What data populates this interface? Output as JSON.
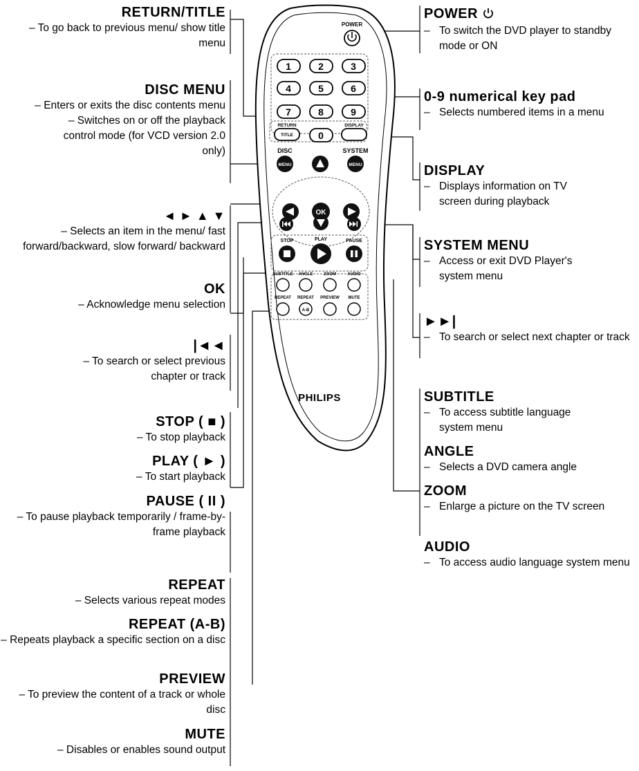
{
  "remote": {
    "brand": "PHILIPS",
    "power_label": "POWER",
    "digits": [
      "1",
      "2",
      "3",
      "4",
      "5",
      "6",
      "7",
      "8",
      "9",
      "0"
    ],
    "return_label": "RETURN",
    "title_label": "TITLE",
    "display_label": "DISPLAY",
    "disc_label": "DISC",
    "menu_label": "MENU",
    "system_label": "SYSTEM",
    "ok_label": "OK",
    "stop_label": "STOP",
    "play_label": "PLAY",
    "pause_label": "PAUSE",
    "subtitle_label": "SUBTITLE",
    "angle_label": "ANGLE",
    "zoom_label": "ZOOM",
    "audio_label": "AUDIO",
    "repeat_label": "REPEAT",
    "repeat2_label": "REPEAT",
    "ab_label": "A-B",
    "preview_label": "PREVIEW",
    "mute_label": "MUTE"
  },
  "left": {
    "return_title": {
      "title": "RETURN/TITLE",
      "desc": "– To go back to previous menu/ show title menu"
    },
    "disc_menu": {
      "title": "DISC MENU",
      "desc1": "– Enters or exits the disc contents menu",
      "desc2": "– Switches on or off the playback control mode (for VCD version 2.0 only)"
    },
    "arrows": {
      "title": "◄ ► ▲ ▼",
      "desc": "– Selects an item in the menu/ fast forward/backward, slow forward/ backward"
    },
    "ok": {
      "title": "OK",
      "desc": "– Acknowledge menu selection"
    },
    "prev": {
      "title": "|◄◄",
      "desc": "– To search or select previous chapter or track"
    },
    "stop": {
      "title": "STOP ( ■ )",
      "desc": "– To stop playback"
    },
    "play": {
      "title": "PLAY ( ► )",
      "desc": "– To start playback"
    },
    "pause": {
      "title": "PAUSE ( II )",
      "desc": "– To pause playback temporarily / frame-by-frame playback"
    },
    "repeat": {
      "title": "REPEAT",
      "desc": "– Selects various repeat modes"
    },
    "repeat_ab": {
      "title": "REPEAT (A-B)",
      "desc": "– Repeats playback a specific section on a disc"
    },
    "preview": {
      "title": "PREVIEW",
      "desc": "– To preview the content of a track or whole disc"
    },
    "mute": {
      "title": "MUTE",
      "desc": "– Disables or enables sound output"
    }
  },
  "right": {
    "power": {
      "title": "POWER",
      "dash": "–",
      "desc": "To switch the DVD player to standby mode or ON"
    },
    "keypad": {
      "title": "0-9 numerical key pad",
      "dash": "–",
      "desc": "Selects numbered items in a menu"
    },
    "display": {
      "title": "DISPLAY",
      "dash": "–",
      "desc": "Displays information on TV screen during playback"
    },
    "system_menu": {
      "title": "SYSTEM MENU",
      "dash": "–",
      "desc": "Access or exit DVD Player's system menu"
    },
    "next": {
      "title": "►►|",
      "dash": "–",
      "desc": "To search or select next chapter or track"
    },
    "subtitle": {
      "title": "SUBTITLE",
      "dash": "–",
      "desc": "To access subtitle language system menu"
    },
    "angle": {
      "title": "ANGLE",
      "dash": "–",
      "desc": "Selects a DVD camera angle"
    },
    "zoom": {
      "title": "ZOOM",
      "dash": "–",
      "desc": "Enlarge a picture on the TV screen"
    },
    "audio": {
      "title": "AUDIO",
      "dash": "–",
      "desc": "To access audio language system menu"
    }
  }
}
